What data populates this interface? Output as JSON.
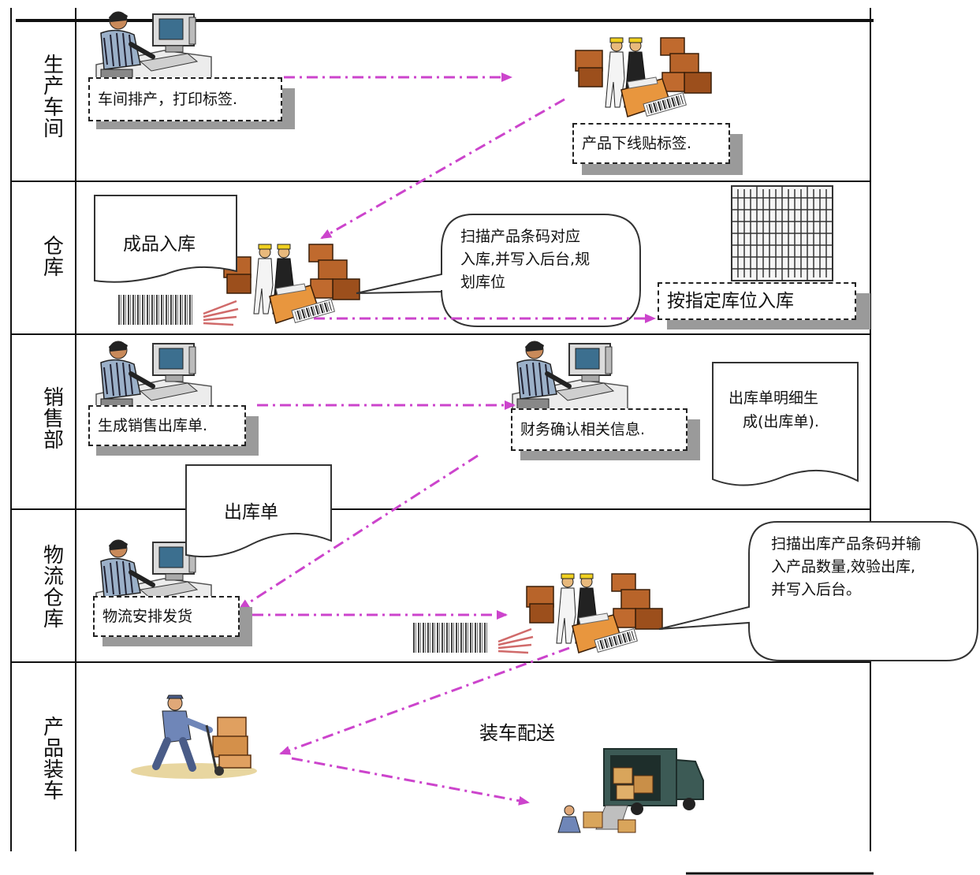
{
  "lanes": [
    {
      "label": "生产车间"
    },
    {
      "label": "仓库"
    },
    {
      "label": "销售部"
    },
    {
      "label": "物流仓库"
    },
    {
      "label": "产品装车"
    }
  ],
  "steps": {
    "workshop_schedule": "车间排产，打印标签.",
    "product_label": "产品下线贴标签.",
    "warehouse_in_doc": "成品入库",
    "scan_callout": [
      "扫描产品条码对应",
      "入库,并写入后台,规",
      "划库位"
    ],
    "shelf_box": "按指定库位入库",
    "sales_order": "生成销售出库单.",
    "finance_confirm": "财务确认相关信息.",
    "outbound_detail_doc": [
      "出库单明细生",
      "成(出库单)."
    ],
    "outbound_doc": "出库单",
    "logistics_ship": "物流安排发货",
    "scan_out_callout": [
      "扫描出库产品条码并输",
      "入产品数量,效验出库,",
      "并写入后台。"
    ],
    "loading": "装车配送"
  },
  "colors": {
    "arrow": "#cc44cc",
    "line": "#222222",
    "box_shadow": "#9a9a9a",
    "carton": "#b8642a",
    "truck": "#3c5a55"
  },
  "icons": [
    "computer-operator-icon",
    "workers-boxes-icon",
    "barcode-icon",
    "scanner-icon",
    "warehouse-shelf-icon",
    "hand-truck-worker-icon",
    "delivery-truck-icon"
  ]
}
